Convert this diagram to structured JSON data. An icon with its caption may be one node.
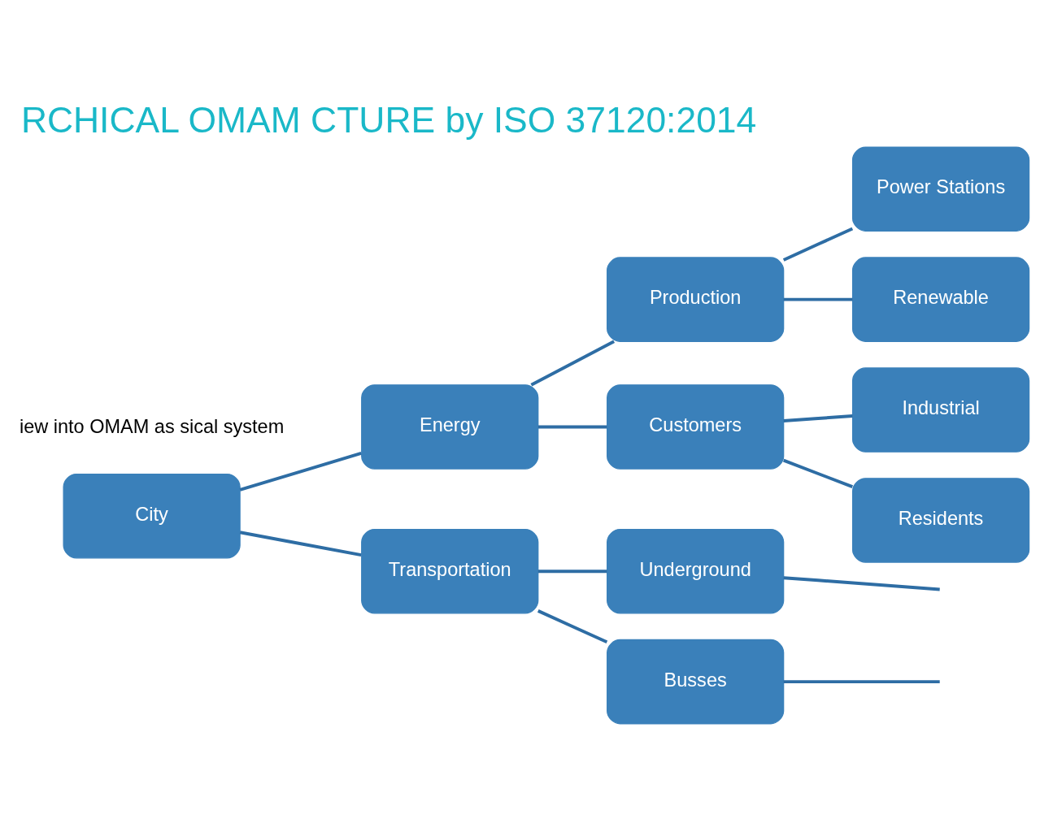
{
  "diagram": {
    "title": "RCHICAL OMAM CTURE by ISO 37120:2014",
    "nodes": [
      {
        "text": [
          "City"
        ]
      },
      {
        "text": [
          "Energy"
        ]
      },
      {
        "text": [
          "Transportation"
        ]
      },
      {
        "text": [
          "Production"
        ]
      },
      {
        "text": [
          "Customers"
        ]
      },
      {
        "text": [
          "Underground"
        ]
      },
      {
        "text": [
          "Busses"
        ]
      },
      {
        "text": [
          "Power Stations"
        ]
      },
      {
        "text": [
          "Renewable"
        ]
      },
      {
        "text": [
          "Industrial"
        ]
      },
      {
        "text": [
          "Residents"
        ]
      }
    ],
    "edges": [
      {
        "from": 0,
        "to": 1,
        "arrow": "none"
      },
      {
        "from": 0,
        "to": 2,
        "arrow": "none"
      },
      {
        "from": 1,
        "to": 3,
        "arrow": "none"
      },
      {
        "from": 1,
        "to": 4,
        "arrow": "none"
      },
      {
        "from": 3,
        "to": 7,
        "arrow": "none"
      },
      {
        "from": 3,
        "to": 8,
        "arrow": "none"
      },
      {
        "from": 4,
        "to": 9,
        "arrow": "none"
      },
      {
        "from": 4,
        "to": 10,
        "arrow": "none"
      },
      {
        "from": 2,
        "to": 5,
        "arrow": "none"
      },
      {
        "from": 2,
        "to": 6,
        "arrow": "none"
      },
      {
        "from": 5,
        "to": null,
        "arrow": "none"
      },
      {
        "from": 6,
        "to": null,
        "arrow": "none"
      }
    ],
    "labels": [
      "iew into OMAM as sical system"
    ]
  }
}
